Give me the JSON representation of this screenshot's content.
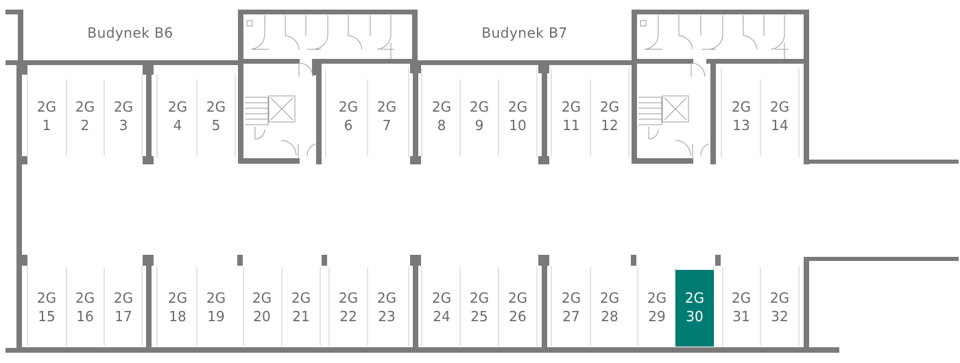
{
  "buildings": [
    {
      "id": "b6",
      "label": "Budynek B6"
    },
    {
      "id": "b7",
      "label": "Budynek B7"
    }
  ],
  "prefix": "2G",
  "spots_top": [
    "1",
    "2",
    "3",
    "4",
    "5",
    "6",
    "7",
    "8",
    "9",
    "10",
    "11",
    "12",
    "13",
    "14"
  ],
  "spots_bottom": [
    "15",
    "16",
    "17",
    "18",
    "19",
    "20",
    "21",
    "22",
    "23",
    "24",
    "25",
    "26",
    "27",
    "28",
    "29",
    "30",
    "31",
    "32"
  ],
  "selected_spot": "30",
  "colors": {
    "wall": "#7a7a7a",
    "selected": "#007c73",
    "text": "#6b6b6b"
  }
}
